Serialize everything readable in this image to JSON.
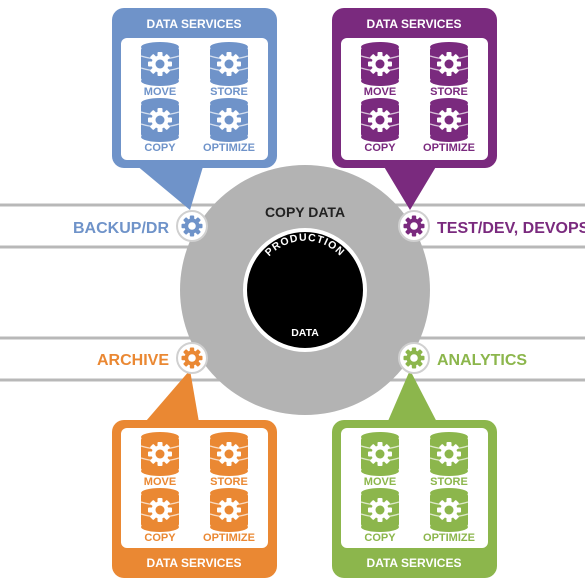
{
  "center": {
    "ring_label": "COPY DATA",
    "core_top": "PRODUCTION",
    "core_bottom": "DATA",
    "ring_color": "#b3b3b3",
    "core_color": "#000000"
  },
  "bars": {
    "backup_dr": "BACKUP/DR",
    "test_dev": "TEST/DEV, DEVOPS",
    "archive": "ARCHIVE",
    "analytics": "ANALYTICS"
  },
  "colors": {
    "blue": "#6f93c9",
    "purple": "#7a2a7e",
    "orange": "#ea8833",
    "green": "#8cb64c",
    "bar_border": "#b8b8b8"
  },
  "panels": {
    "blue": {
      "title": "DATA SERVICES",
      "items": [
        "MOVE",
        "STORE",
        "COPY",
        "OPTIMIZE"
      ]
    },
    "purple": {
      "title": "DATA SERVICES",
      "items": [
        "MOVE",
        "STORE",
        "COPY",
        "OPTIMIZE"
      ]
    },
    "orange": {
      "title": "DATA SERVICES",
      "items": [
        "MOVE",
        "STORE",
        "COPY",
        "OPTIMIZE"
      ]
    },
    "green": {
      "title": "DATA SERVICES",
      "items": [
        "MOVE",
        "STORE",
        "COPY",
        "OPTIMIZE"
      ]
    }
  },
  "icons": {
    "service": "database-gear-icon",
    "hub": "gear-icon"
  }
}
